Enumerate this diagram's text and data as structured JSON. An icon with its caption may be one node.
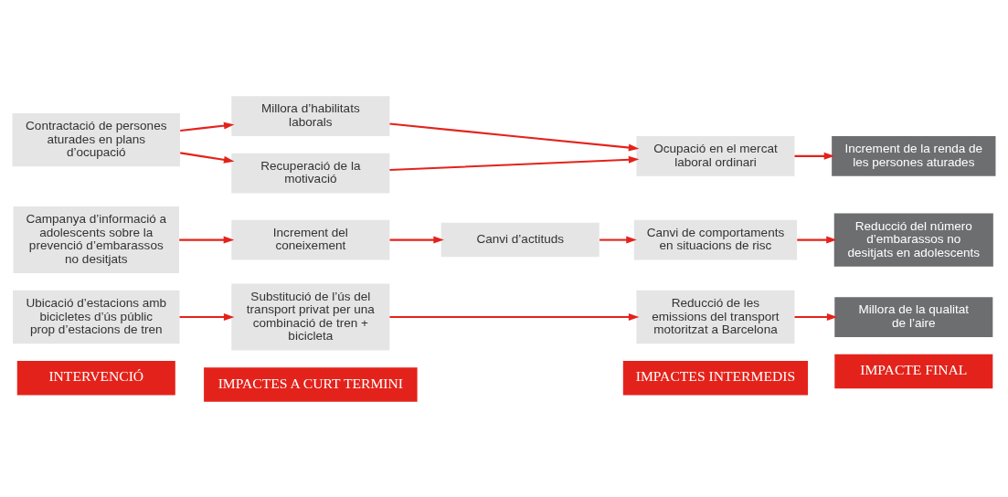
{
  "diagram": {
    "nodes": [
      {
        "text": [
          "INTERVENCIÓ"
        ]
      },
      {
        "text": [
          "IMPACTES A CURT TERMINI"
        ]
      },
      {
        "text": [
          "IMPACTES INTERMEDIS"
        ]
      },
      {
        "text": [
          "IMPACTE FINAL"
        ]
      },
      {
        "text": [
          "Ubicació d’estacions amb bicicletes d’ús públic prop d’estacions de tren"
        ]
      },
      {
        "text": [
          "Substitució de l’ús del transport privat per una combinació de tren + bicicleta"
        ]
      },
      {
        "text": [
          "Reducció de les emissions del transport motoritzat a Barcelona"
        ]
      },
      {
        "text": [
          "Millora de la qualitat de l’aire"
        ]
      },
      {
        "text": [
          "Campanya d’informació a adolescents sobre la prevenció d’embarassos no desitjats"
        ]
      },
      {
        "text": [
          "Increment del coneixement"
        ]
      },
      {
        "text": [
          "Canvi d’actituds"
        ]
      },
      {
        "text": [
          "Canvi de comportaments en situacions de risc"
        ]
      },
      {
        "text": [
          "Reducció del número d’embarassos no desitjats en adolescents"
        ]
      },
      {
        "text": [
          "Contractació de persones aturades en plans d’ocupació"
        ]
      },
      {
        "text": [
          "Millora d’habilitats laborals"
        ]
      },
      {
        "text": [
          "Recuperació de la motivació"
        ]
      },
      {
        "text": [
          "Ocupació en el mercat laboral ordinari"
        ]
      },
      {
        "text": [
          "Increment de la renda de les persones aturades"
        ]
      }
    ],
    "edges": [
      {
        "from": 4,
        "to": 5,
        "arrow": "to"
      },
      {
        "from": 5,
        "to": 6,
        "arrow": "to"
      },
      {
        "from": 6,
        "to": 7,
        "arrow": "to"
      },
      {
        "from": 8,
        "to": 9,
        "arrow": "to"
      },
      {
        "from": 9,
        "to": 10,
        "arrow": "to"
      },
      {
        "from": 10,
        "to": 11,
        "arrow": "to"
      },
      {
        "from": 11,
        "to": 12,
        "arrow": "to"
      },
      {
        "from": 13,
        "to": 14,
        "arrow": "to"
      },
      {
        "from": 13,
        "to": 15,
        "arrow": "to"
      },
      {
        "from": 14,
        "to": 16,
        "arrow": "to"
      },
      {
        "from": 15,
        "to": 16,
        "arrow": "to"
      },
      {
        "from": 16,
        "to": 17,
        "arrow": "to"
      }
    ]
  }
}
